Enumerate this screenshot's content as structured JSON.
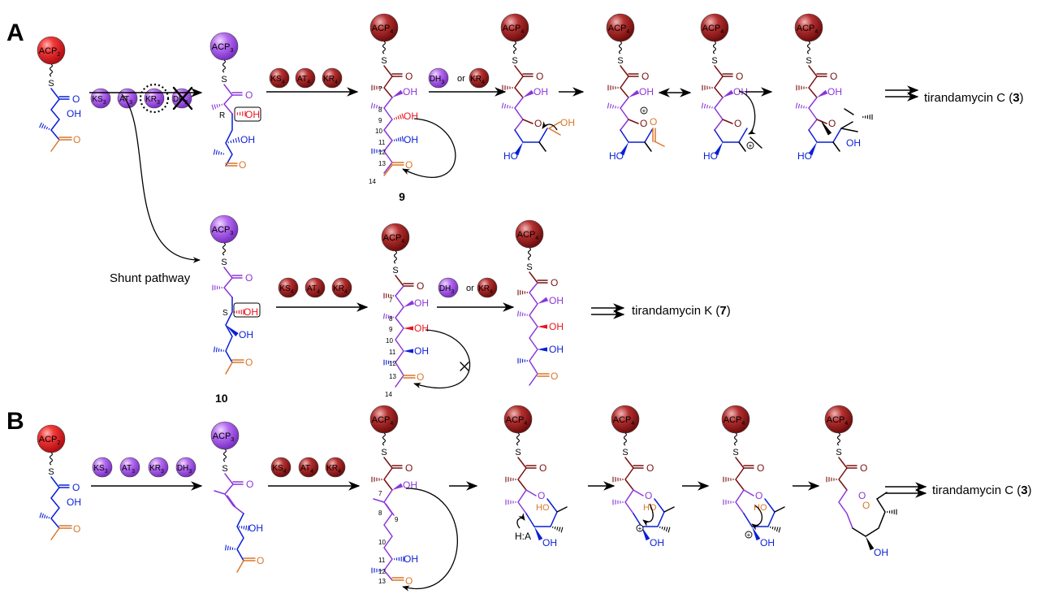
{
  "panels": {
    "a": "A",
    "b": "B"
  },
  "acp": {
    "acp2": "ACP",
    "acp2_sub": "2",
    "acp3": "ACP",
    "acp3_sub": "3",
    "acp4": "ACP",
    "acp4_sub": "4"
  },
  "enzymes": {
    "ks3": "KS",
    "at3": "AT",
    "kr3": "KR",
    "dh3": "DH",
    "sub3": "3",
    "ks4": "KS",
    "at4": "AT",
    "kr4": "KR",
    "sub4": "4",
    "or": "or"
  },
  "labels": {
    "shunt": "Shunt pathway",
    "product_c_name": "tirandamycin C (",
    "product_c_num": "3",
    "product_k_name": "tirandamycin K (",
    "product_k_num": "7",
    "close": ")",
    "cmpd9": "9",
    "cmpd10": "10",
    "stereo_r": "R",
    "stereo_s": "S",
    "ha": "H:A"
  },
  "atoms": {
    "O": "O",
    "OH": "OH",
    "HO": "HO",
    "S": "S"
  },
  "numbering": [
    "7",
    "8",
    "9",
    "10",
    "11",
    "12",
    "13",
    "14"
  ],
  "colors": {
    "acp2": "#e8232a",
    "acp3": "#9a4fd6",
    "acp4": "#9c1d1d",
    "module2": "#0a1fd4",
    "ketone": "#d9772a",
    "module3": "#8a36d8",
    "module4": "#7a1010",
    "hydroxyl_red": "#e8141e",
    "black": "#000000"
  }
}
